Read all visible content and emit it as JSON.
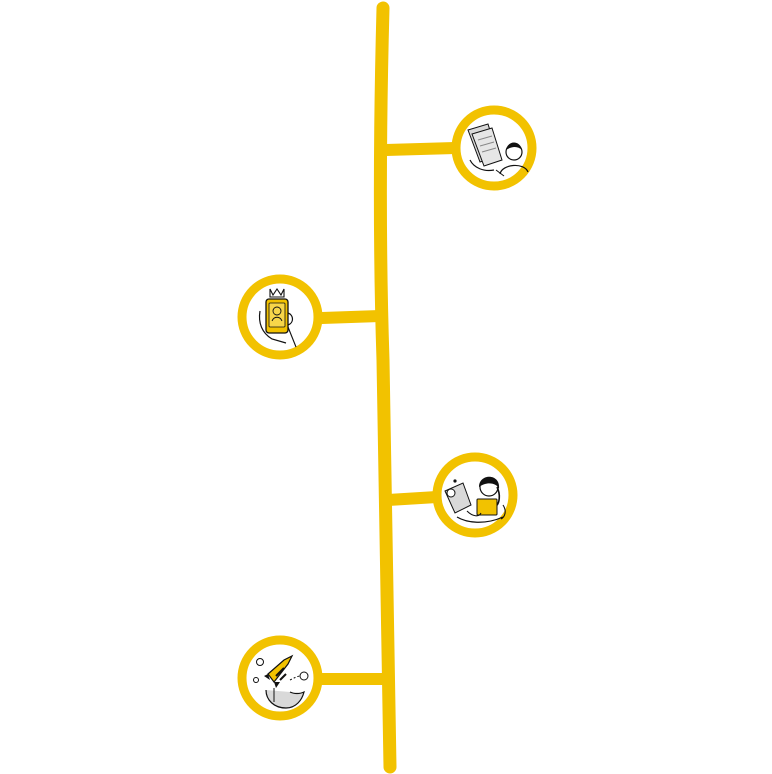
{
  "colors": {
    "accent": "#F2C200",
    "ink": "#111111",
    "paper": "#d9d9d9",
    "background": "#ffffff"
  },
  "milestones": [
    {
      "side": "right",
      "icon": "person-reading-documents-icon"
    },
    {
      "side": "left",
      "icon": "smartphone-in-hand-icon"
    },
    {
      "side": "right",
      "icon": "person-with-ideas-icon"
    },
    {
      "side": "left",
      "icon": "hand-launching-rocket-icon"
    }
  ]
}
